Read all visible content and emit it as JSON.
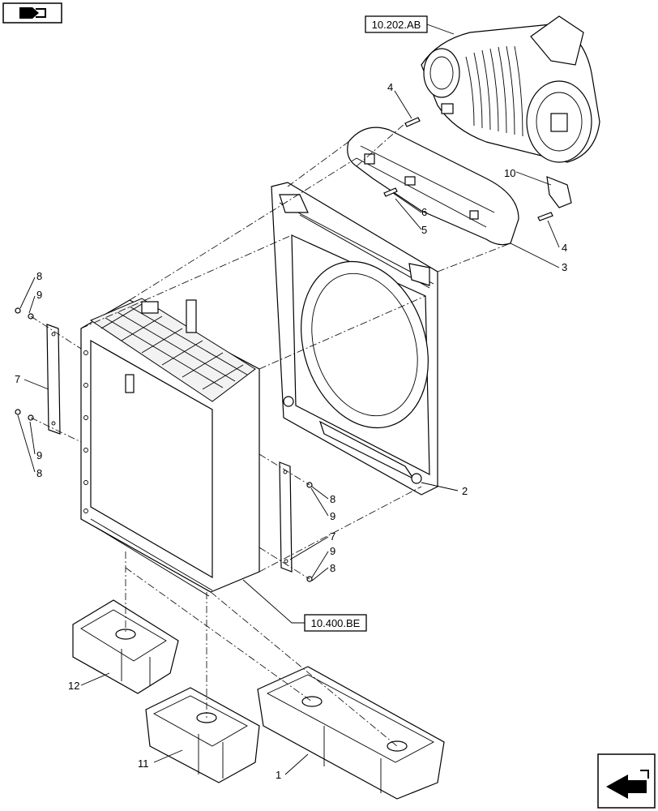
{
  "nav": {
    "top_left_icon": "book-arrow-icon",
    "bottom_right_icon": "return-arrow-icon"
  },
  "references": {
    "air_filter": "10.202.AB",
    "radiator": "10.400.BE"
  },
  "callouts": {
    "c1": "1",
    "c2": "2",
    "c3": "3",
    "c4a": "4",
    "c4b": "4",
    "c5": "5",
    "c6": "6",
    "c7a": "7",
    "c7b": "7",
    "c8a": "8",
    "c8b": "8",
    "c8c": "8",
    "c8d": "8",
    "c9a": "9",
    "c9b": "9",
    "c9c": "9",
    "c9d": "9",
    "c10": "10",
    "c11": "11",
    "c12": "12"
  }
}
